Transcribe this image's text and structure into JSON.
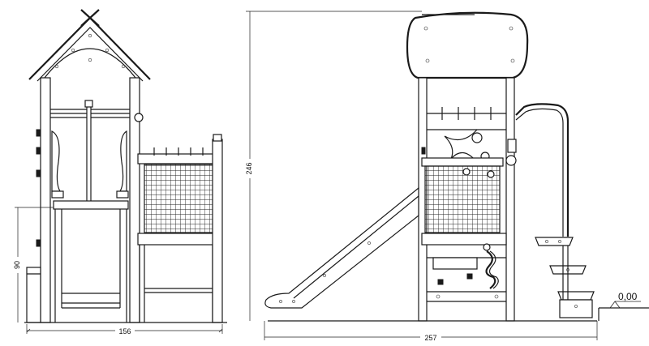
{
  "dimensions": {
    "front_width": "156",
    "front_height": "90",
    "side_width": "257",
    "side_height": "246",
    "ground_level": "0,00"
  }
}
